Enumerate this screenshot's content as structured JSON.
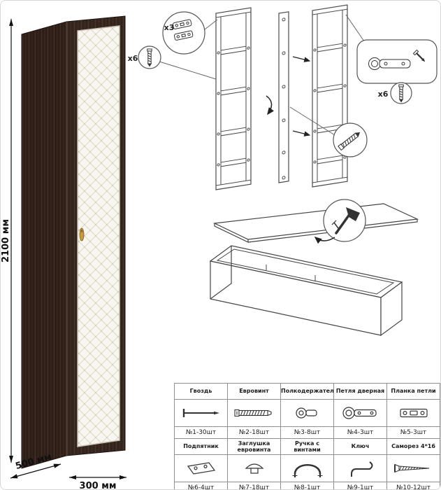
{
  "illustration": {
    "dimensions": {
      "height": "2100 мм",
      "depth": "500 мм",
      "width": "300 мм"
    }
  },
  "assembly": {
    "callouts": {
      "hinge_plates_qty": "x3",
      "euro_screws_qty": "x6",
      "hinge_screws_qty": "x6"
    }
  },
  "parts_table": {
    "rows": [
      [
        {
          "name": "Гвоздь",
          "count": "№1-30шт",
          "icon": "nail"
        },
        {
          "name": "Евровинт",
          "count": "№2-18шт",
          "icon": "euro-screw"
        },
        {
          "name": "Полкодержатель",
          "count": "№3-8шт",
          "icon": "shelf-support"
        },
        {
          "name": "Петля дверная",
          "count": "№4-3шт",
          "icon": "door-hinge"
        },
        {
          "name": "Планка петли",
          "count": "№5-3шт",
          "icon": "hinge-plate"
        }
      ],
      [
        {
          "name": "Подпятник",
          "count": "№6-4шт",
          "icon": "foot-pad"
        },
        {
          "name": "Заглушка евровинта",
          "count": "№7-18шт",
          "icon": "screw-cap"
        },
        {
          "name": "Ручка с винтами",
          "count": "№8-1шт",
          "icon": "handle-with-screws"
        },
        {
          "name": "Ключ",
          "count": "№9-1шт",
          "icon": "key"
        },
        {
          "name": "Саморез 4*16",
          "count": "№10-12шт",
          "icon": "self-tapping-screw"
        }
      ]
    ]
  },
  "colors": {
    "body_wood": "#34241d",
    "door": "#f8f6f0",
    "handle_brass": "#c79a3f",
    "line_art": "#3c3c3c"
  }
}
